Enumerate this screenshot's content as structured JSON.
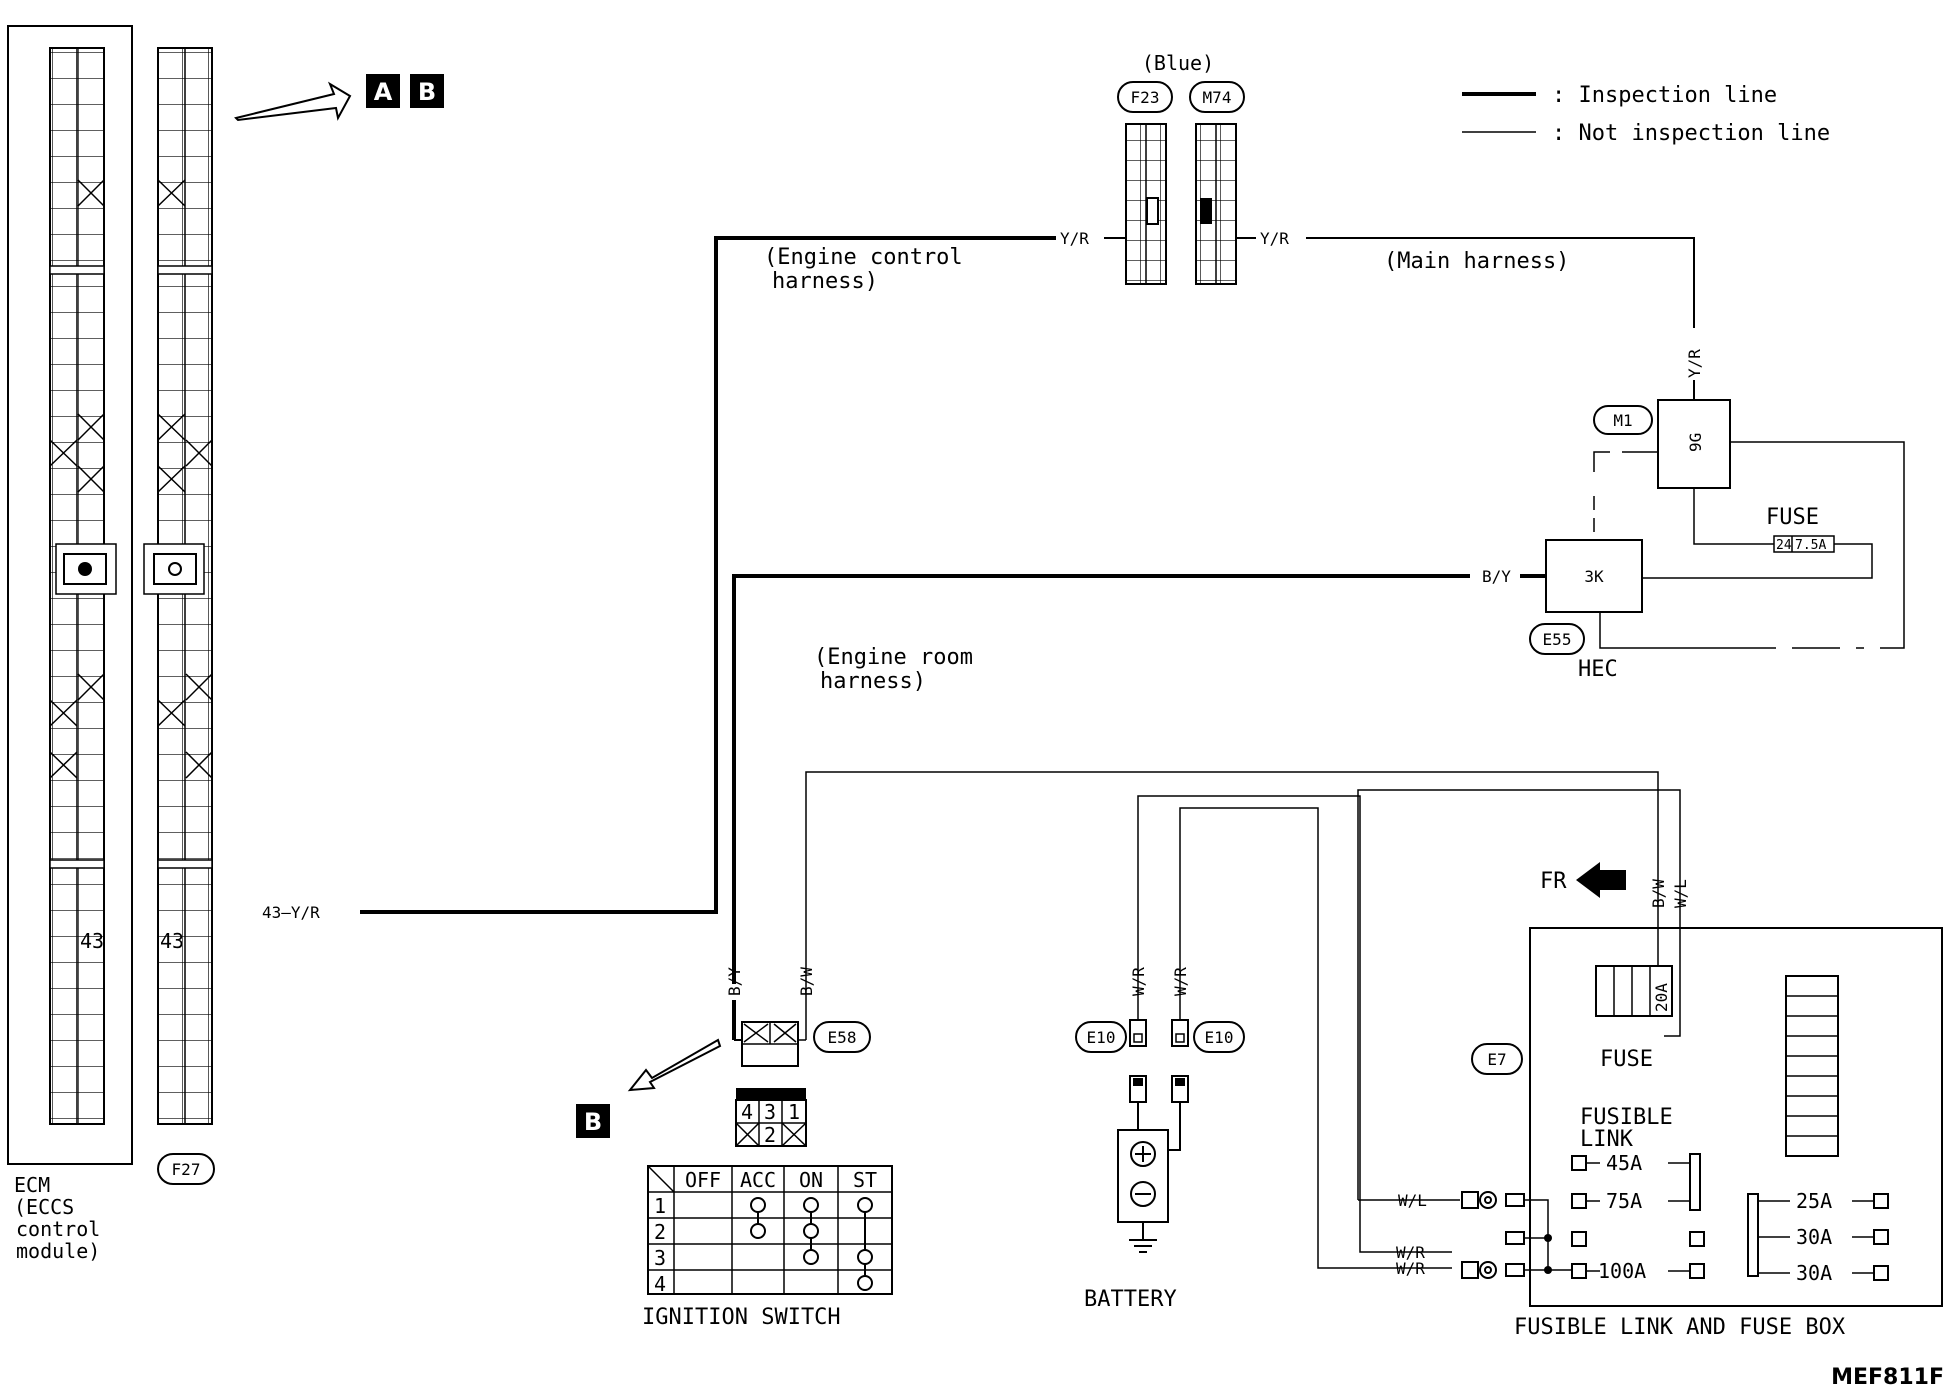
{
  "legend": {
    "inspection": ": Inspection line",
    "not_inspection": ": Not inspection line"
  },
  "ecm": {
    "label_line1": "ECM",
    "label_line2": "(ECCS",
    "label_line3": "control",
    "label_line4": "module)",
    "pin_43": "43",
    "pin_43_b": "43",
    "conn_id": "F27"
  },
  "view_refs": {
    "a": "A",
    "b": "B",
    "b2": "B"
  },
  "connectors": {
    "blue_note": "(Blue)",
    "f23": "F23",
    "m74": "M74",
    "m1": "M1",
    "e55": "E55",
    "e58": "E58",
    "e10_left": "E10",
    "e10_right": "E10",
    "e7": "E7"
  },
  "harness": {
    "engine_control_1": "(Engine control",
    "engine_control_2": "harness)",
    "main": "(Main harness)",
    "engine_room_1": "(Engine room",
    "engine_room_2": "harness)"
  },
  "wires": {
    "yr_1": "43—Y/R",
    "yr_2": "Y/R",
    "yr_3": "Y/R",
    "yr_4": "Y/R",
    "by_1": "B/Y",
    "by_2": "B/Y",
    "bw_1": "B/W",
    "bw_2": "B/W",
    "wl_1": "W/L",
    "wl_2": "W/L",
    "wr_1": "W/R",
    "wr_2": "W/R",
    "wr_3": "W/R",
    "wr_4": "W/R"
  },
  "hec": {
    "label": "HEC",
    "pin_9g": "9G",
    "pin_3k": "3K",
    "fuse_label": "FUSE",
    "fuse_no": "24",
    "fuse_rating": "7.5A"
  },
  "ignition": {
    "title": "IGNITION SWITCH",
    "pin_4": "4",
    "pin_3": "3",
    "pin_1": "1",
    "pin_2": "2",
    "headers": [
      "OFF",
      "ACC",
      "ON",
      "ST"
    ],
    "rows": [
      "1",
      "2",
      "3",
      "4"
    ]
  },
  "battery": {
    "label": "BATTERY"
  },
  "fuse_box": {
    "title": "FUSIBLE LINK AND FUSE BOX",
    "fr": "FR",
    "fuse_label": "FUSE",
    "fuse_rating": "20A",
    "fusible_1": "FUSIBLE",
    "fusible_2": "LINK",
    "links_left": [
      "45A",
      "75A",
      "100A"
    ],
    "links_right": [
      "25A",
      "30A",
      "30A"
    ]
  },
  "figure_code": "MEF811F"
}
